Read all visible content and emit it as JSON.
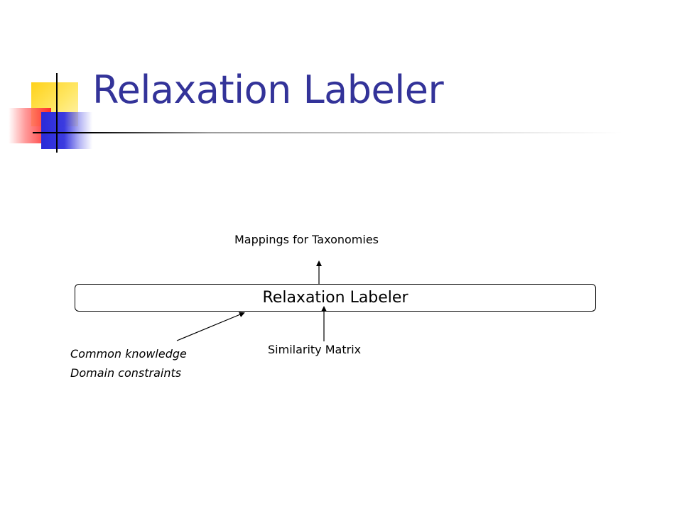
{
  "slide": {
    "title": "Relaxation Labeler",
    "accent_colors": {
      "title": "#333399",
      "ornament_yellow": "#ffd21a",
      "ornament_red": "#ff2a2a",
      "ornament_blue": "#2a2ad8"
    }
  },
  "diagram": {
    "box_label": "Relaxation Labeler",
    "output_label": "Mappings for Taxonomies",
    "input_similarity": "Similarity Matrix",
    "input_knowledge": [
      "Common knowledge",
      "Domain constraints"
    ]
  }
}
